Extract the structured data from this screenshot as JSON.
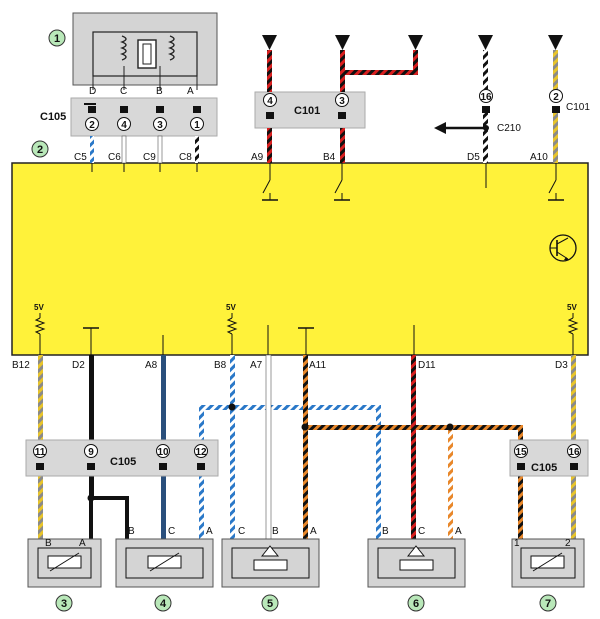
{
  "colors": {
    "ecu_fill": "#fff23a",
    "connector_strip": "#d8d8d8",
    "component_box": "#d4d4d4",
    "marker_fill": "#b9e8b9",
    "wire_black": "#111111",
    "wire_red": "#d81f1f",
    "wire_blue": "#2a78c8",
    "wire_orange": "#e8872a",
    "wire_yellow": "#e8c42a",
    "wire_grey": "#9aa0a6"
  },
  "markers": {
    "m1": "1",
    "m2": "2",
    "m3": "3",
    "m4": "4",
    "m5": "5",
    "m6": "6",
    "m7": "7"
  },
  "connectors": {
    "c105_top": "C105",
    "c101_mid": "C101",
    "c210": "C210",
    "c101_right": "C101",
    "c105_bl": "C105",
    "c105_br": "C105"
  },
  "top_pins": {
    "letters": [
      "D",
      "C",
      "B",
      "A"
    ],
    "numbers": [
      "2",
      "4",
      "3",
      "1"
    ],
    "ecu_pins": [
      "C5",
      "C6",
      "C9",
      "C8"
    ]
  },
  "c101_pins": [
    "4",
    "3"
  ],
  "c101_ecu": [
    "A9",
    "B4"
  ],
  "right_top": {
    "pin16": "16",
    "pin2": "2",
    "d5": "D5",
    "a10": "A10"
  },
  "bottom_ecu_pins": [
    "B12",
    "D2",
    "A8",
    "B8",
    "A7",
    "A11",
    "D11",
    "D3"
  ],
  "volt_labels": [
    "5V",
    "5V",
    "5V"
  ],
  "c105_bl_pins": [
    "11",
    "9",
    "10",
    "12"
  ],
  "c105_br_pins": [
    "15",
    "16"
  ],
  "comp3_pins": [
    "B",
    "A"
  ],
  "comp4_pins": [
    "B",
    "C",
    "A"
  ],
  "comp5_pins": [
    "C",
    "B",
    "A"
  ],
  "comp6_pins": [
    "B",
    "C",
    "A"
  ],
  "comp7_pins": [
    "1",
    "2"
  ]
}
